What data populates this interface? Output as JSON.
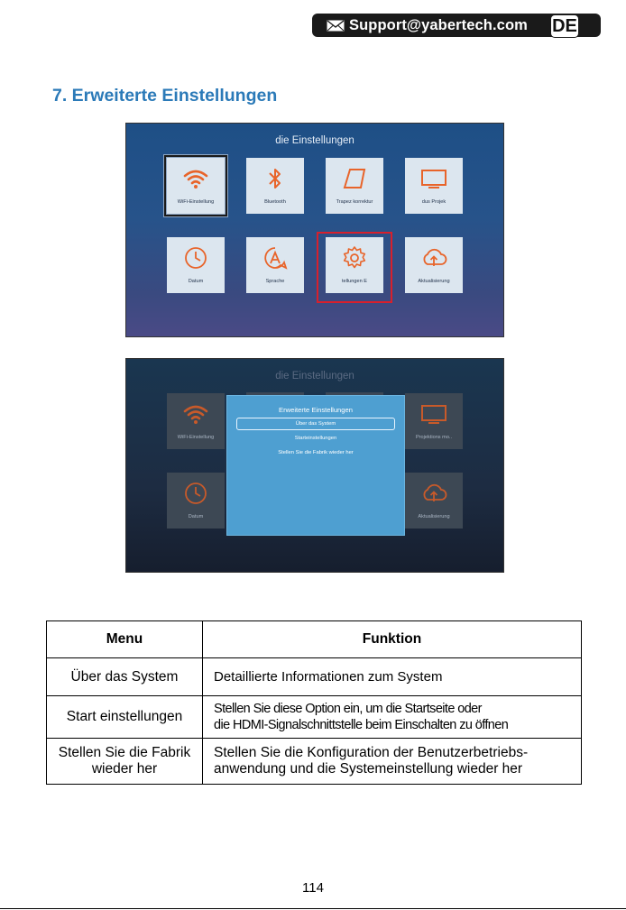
{
  "support": {
    "email": "Support@yabertech.com",
    "lang": "DE"
  },
  "section_title": "7. Erweiterte Einstellungen",
  "screen1": {
    "title": "die Einstellungen",
    "tiles": [
      {
        "label": "WiFi-Einstellung"
      },
      {
        "label": "Bluetooth"
      },
      {
        "label": "Trapez korrektur"
      },
      {
        "label": "dus    Projek"
      },
      {
        "label": "Datum"
      },
      {
        "label": "Sprache"
      },
      {
        "label": "tellungen       E"
      },
      {
        "label": "Aktualisierung"
      }
    ]
  },
  "screen2": {
    "title": "die Einstellungen",
    "tiles": [
      {
        "label": "WiFi-Einstellung"
      },
      {
        "label": "Projektions mo.."
      },
      {
        "label": "Datum"
      },
      {
        "label": "Aktualisierung"
      }
    ],
    "dialog": {
      "title": "Erweiterte Einstellungen",
      "options": [
        "Über das System",
        "Starteinstellungen",
        "Stellen Sie die Fabrik wieder her"
      ]
    }
  },
  "table": {
    "headers": {
      "menu": "Menu",
      "function": "Funktion"
    },
    "rows": [
      {
        "menu": [
          "Über das System"
        ],
        "function": [
          "Detaillierte Informationen zum System"
        ]
      },
      {
        "menu": [
          "Start einstellungen"
        ],
        "function": [
          "Stellen Sie diese Option ein, um die Startseite oder",
          "die HDMI-Signalschnittstelle beim Einschalten zu öffnen"
        ]
      },
      {
        "menu": [
          "Stellen Sie die Fabrik",
          "wieder her"
        ],
        "function": [
          "Stellen Sie die Konfiguration der Benutzerbetriebs-",
          "anwendung und die Systemeinstellung wieder her"
        ]
      }
    ]
  },
  "page_number": "114",
  "colors": {
    "title_blue": "#2b7ab8",
    "highlight_red": "#d8202c",
    "icon_orange": "#e8642a",
    "dialog_blue": "#4e9fd1"
  }
}
